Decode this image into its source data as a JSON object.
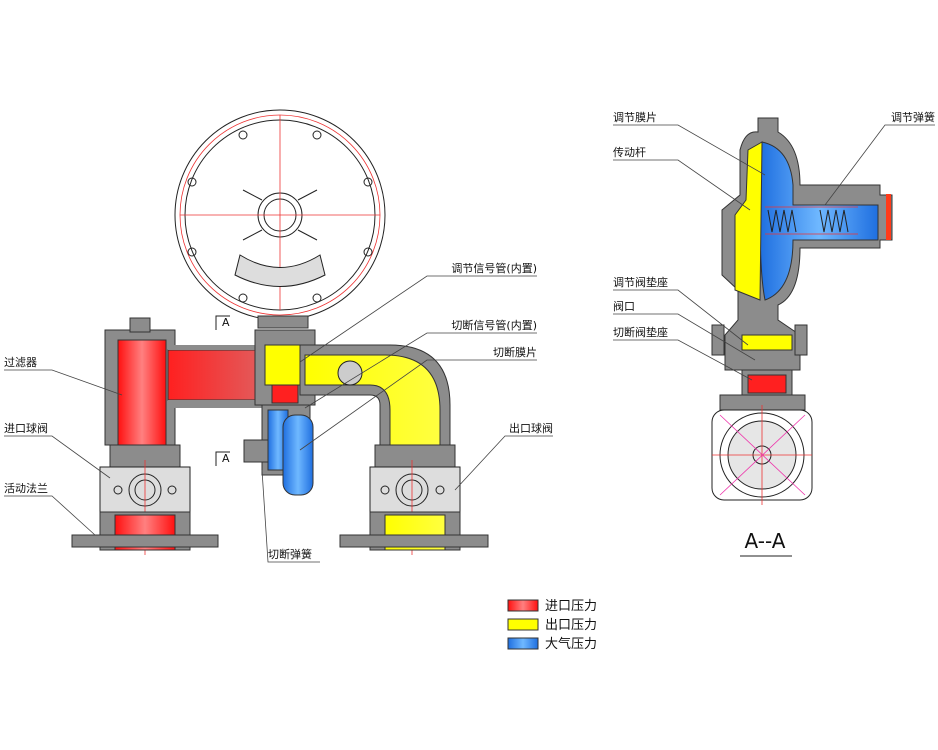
{
  "labels": {
    "reg_signal_tube": "调节信号管(内置)",
    "cut_signal_tube": "切断信号管(内置)",
    "cut_diaphragm": "切断膜片",
    "filter": "过滤器",
    "inlet_ball_valve": "进口球阀",
    "loose_flange": "活动法兰",
    "outlet_ball_valve": "出口球阀",
    "cut_spring": "切断弹簧",
    "section_mark_top": "A",
    "section_mark_bottom": "A",
    "reg_diaphragm": "调节膜片",
    "reg_spring": "调节弹簧",
    "drive_rod": "传动杆",
    "reg_valve_seat_pad": "调节阀垫座",
    "valve_port": "阀口",
    "cut_valve_seat_pad": "切断阀垫座",
    "section_title": "A--A"
  },
  "legend": [
    {
      "label": "进口压力",
      "color": "#ff2020"
    },
    {
      "label": "出口压力",
      "color": "#ffff00"
    },
    {
      "label": "大气压力",
      "color": "#2f8cff"
    }
  ]
}
